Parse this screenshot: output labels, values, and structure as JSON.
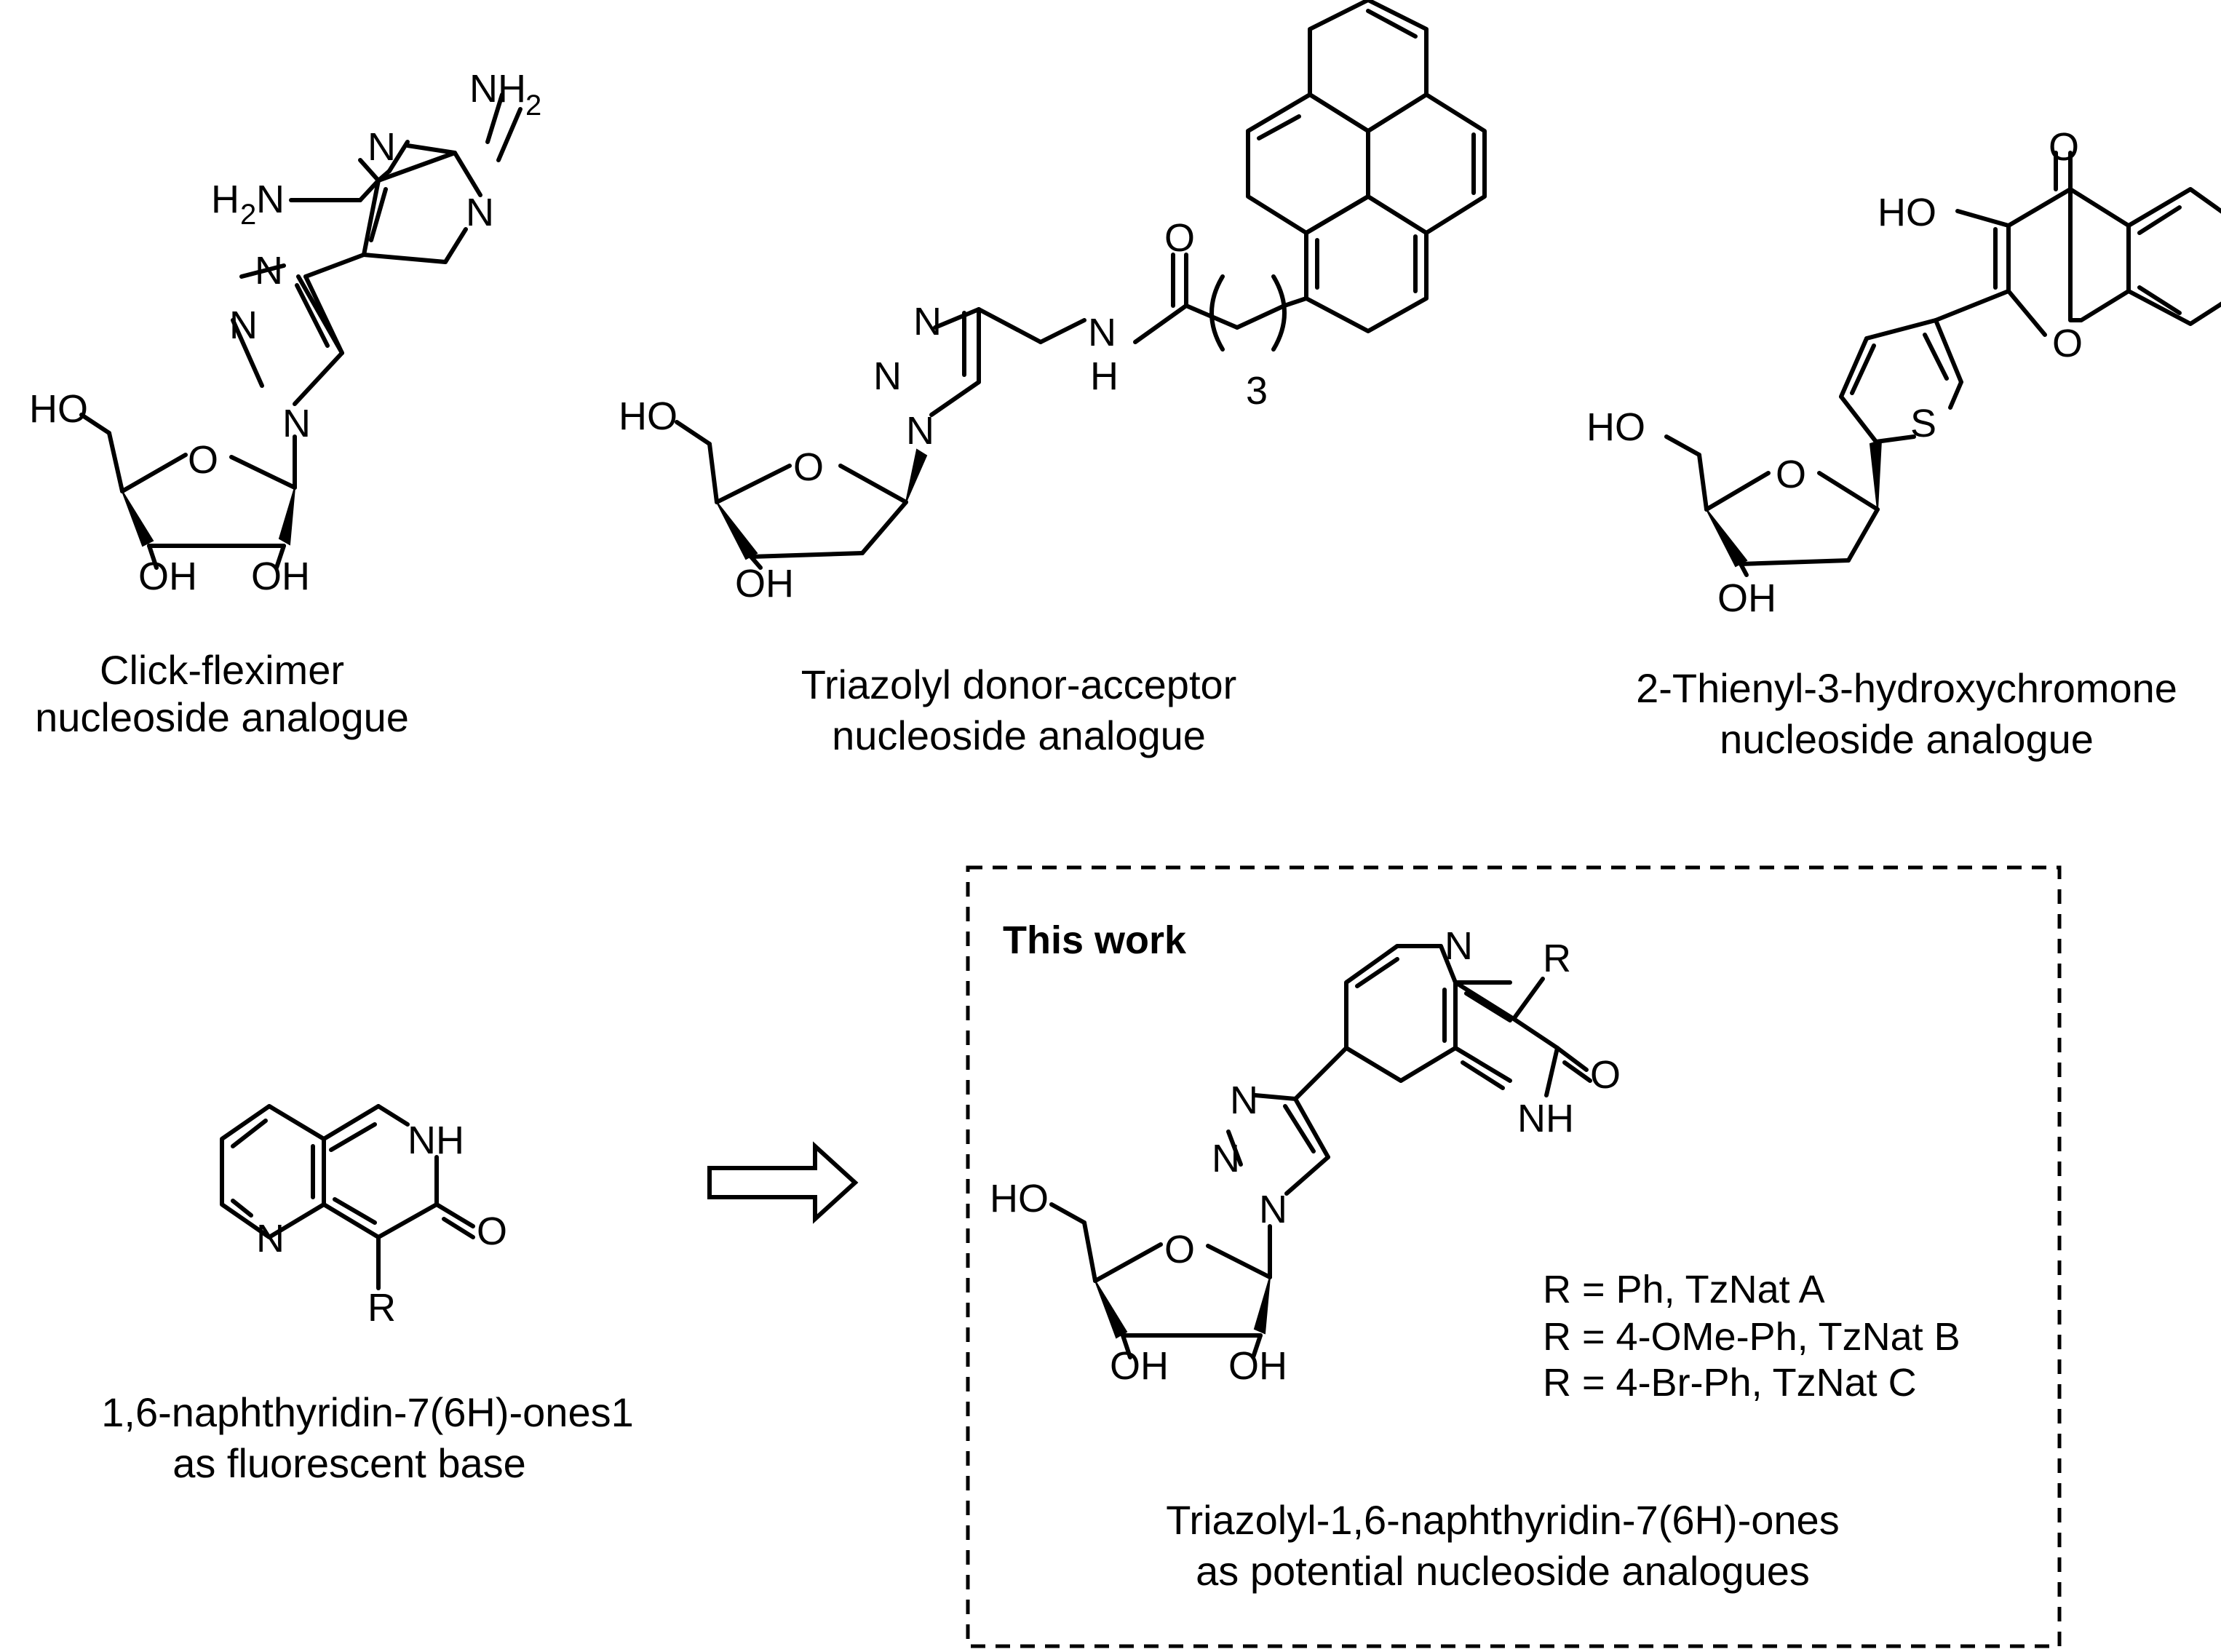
{
  "atoms": {
    "nh2": "NH",
    "two": "2",
    "h2n_h": "H",
    "h2n_n": "N",
    "n": "N",
    "o": "O",
    "s": "S",
    "ho": "HO",
    "oh": "OH",
    "h": "H",
    "r": "R",
    "nh": "NH",
    "three": "3"
  },
  "captions": {
    "flexi_1": "Click-fleximer",
    "flexi_2": "nucleoside analogue",
    "tri_1": "Triazolyl donor-acceptor",
    "tri_2": "nucleoside analogue",
    "thienyl_1": "2-Thienyl-3-hydroxychromone",
    "thienyl_2": "nucleoside analogue",
    "naph_1": "1,6-naphthyridin-7(6H)-ones",
    "naph_1_bold": "1",
    "naph_2": "as fluorescent base",
    "work_1": "Triazolyl-1,6-naphthyridin-7(6H)-ones",
    "work_2": "as potential nucleoside analogues"
  },
  "this_work": "This work",
  "r_definitions": [
    {
      "text": "R = Ph, TzNat ",
      "bold": "A"
    },
    {
      "text": "R = 4-OMe-Ph, TzNat ",
      "bold": "B"
    },
    {
      "text": "R = 4-Br-Ph, TzNat ",
      "bold": "C"
    }
  ]
}
